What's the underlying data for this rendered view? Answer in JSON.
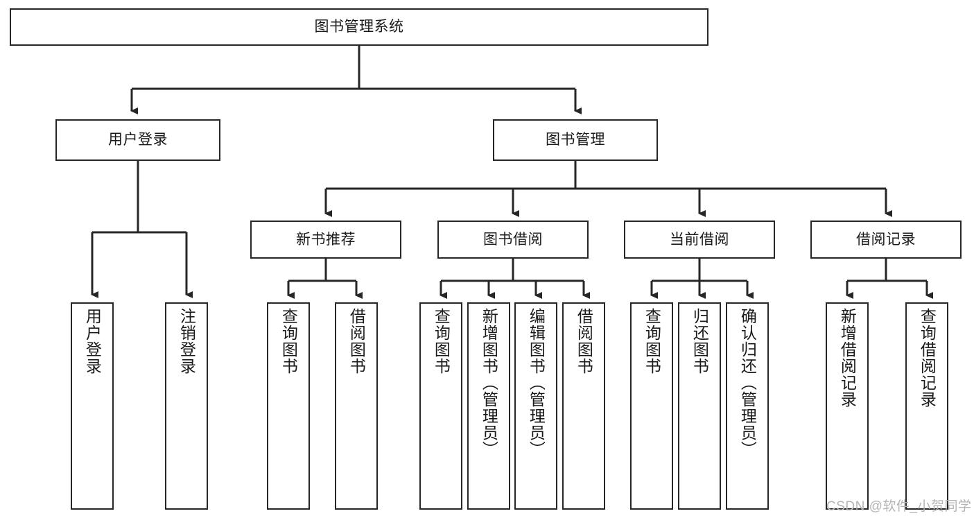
{
  "diagram": {
    "title": "图书管理系统",
    "type": "tree-hierarchy",
    "root": {
      "label": "图书管理系统"
    },
    "level2": [
      {
        "label": "用户登录"
      },
      {
        "label": "图书管理"
      }
    ],
    "level3": [
      {
        "label": "新书推荐"
      },
      {
        "label": "图书借阅"
      },
      {
        "label": "当前借阅"
      },
      {
        "label": "借阅记录"
      }
    ],
    "leaves": [
      {
        "label": "用户登录",
        "parent": "用户登录"
      },
      {
        "label": "注销登录",
        "parent": "用户登录"
      },
      {
        "label": "查询图书",
        "parent": "新书推荐"
      },
      {
        "label": "借阅图书",
        "parent": "新书推荐"
      },
      {
        "label": "查询图书",
        "parent": "图书借阅"
      },
      {
        "label": "新增图书（管理员）",
        "parent": "图书借阅"
      },
      {
        "label": "编辑图书（管理员）",
        "parent": "图书借阅"
      },
      {
        "label": "借阅图书",
        "parent": "图书借阅"
      },
      {
        "label": "查询图书",
        "parent": "当前借阅"
      },
      {
        "label": "归还图书",
        "parent": "当前借阅"
      },
      {
        "label": "确认归还（管理员）",
        "parent": "当前借阅"
      },
      {
        "label": "新增借阅记录",
        "parent": "借阅记录"
      },
      {
        "label": "查询借阅记录",
        "parent": "借阅记录"
      }
    ]
  },
  "watermark": {
    "text": "CSDN @软件_小贺同学"
  },
  "colors": {
    "stroke": "#262626",
    "background": "#ffffff",
    "text": "#1a1a1a",
    "watermark": "#b4b4b4"
  }
}
